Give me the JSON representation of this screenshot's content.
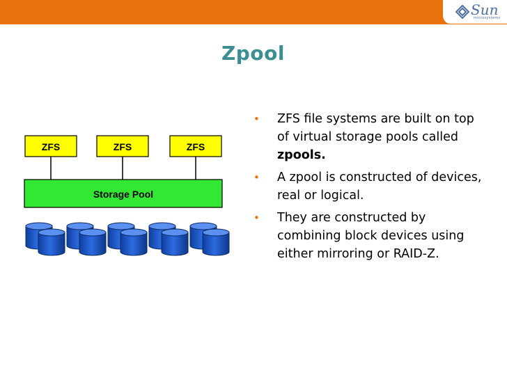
{
  "header": {
    "logo_text": "Sun",
    "logo_subtext": "microsystems",
    "bar_color": "#e8720c"
  },
  "slide": {
    "title": "Zpool",
    "title_color": "#3b8f93",
    "bullets": [
      {
        "text": "ZFS file systems are built on top of virtual storage pools called ",
        "bold": "zpools."
      },
      {
        "text": "A zpool is constructed of devices, real or logical.",
        "bold": ""
      },
      {
        "text": "They  are constructed by combining block devices using either mirroring or RAID-Z.",
        "bold": ""
      }
    ]
  },
  "diagram": {
    "fs_labels": [
      "ZFS",
      "ZFS",
      "ZFS"
    ],
    "pool_label": "Storage Pool",
    "disk_count": 10,
    "colors": {
      "fs_box": "#ffff00",
      "pool": "#33e833",
      "disk": "#1f5cc9"
    }
  }
}
